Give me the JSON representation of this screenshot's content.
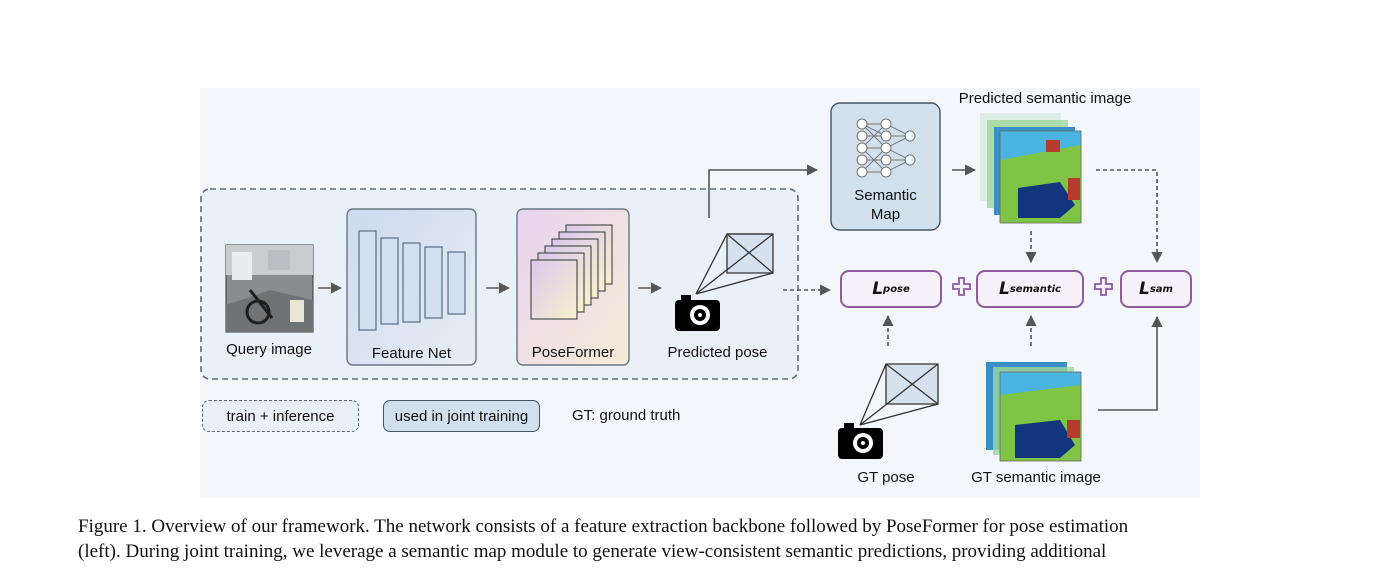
{
  "labels": {
    "query_image": "Query image",
    "feature_net": "Feature Net",
    "poseformer": "PoseFormer",
    "predicted_pose": "Predicted pose",
    "semantic_map_line1": "Semantic",
    "semantic_map_line2": "Map",
    "predicted_semantic_image": "Predicted semantic image",
    "gt_pose": "GT pose",
    "gt_semantic_image": "GT semantic image"
  },
  "losses": {
    "pose": {
      "main": "L",
      "sub": "pose"
    },
    "semantic": {
      "main": "L",
      "sub": "semantic"
    },
    "sam": {
      "main": "L",
      "sub": "sam"
    }
  },
  "legend": {
    "train_inference": "train + inference",
    "joint_training": "used in joint training",
    "gt_note": "GT: ground truth"
  },
  "caption": {
    "line1": "Figure 1. Overview of our framework. The network consists of a feature extraction backbone followed by PoseFormer for pose estimation",
    "line2": "(left).  During joint training, we leverage a semantic map module to generate view-consistent semantic predictions, providing additional"
  },
  "colors": {
    "dashed_border": "#5d6b78",
    "feature_net_fill": "#dbe6f1",
    "poseformer_fill": "#f1e1ea",
    "semantic_map_fill": "#d1e0ec",
    "loss_border": "#8e5ba3",
    "arrow": "#555555"
  },
  "icons": [
    "camera-icon",
    "neural-net-icon",
    "plus-icon",
    "frustum-icon"
  ]
}
